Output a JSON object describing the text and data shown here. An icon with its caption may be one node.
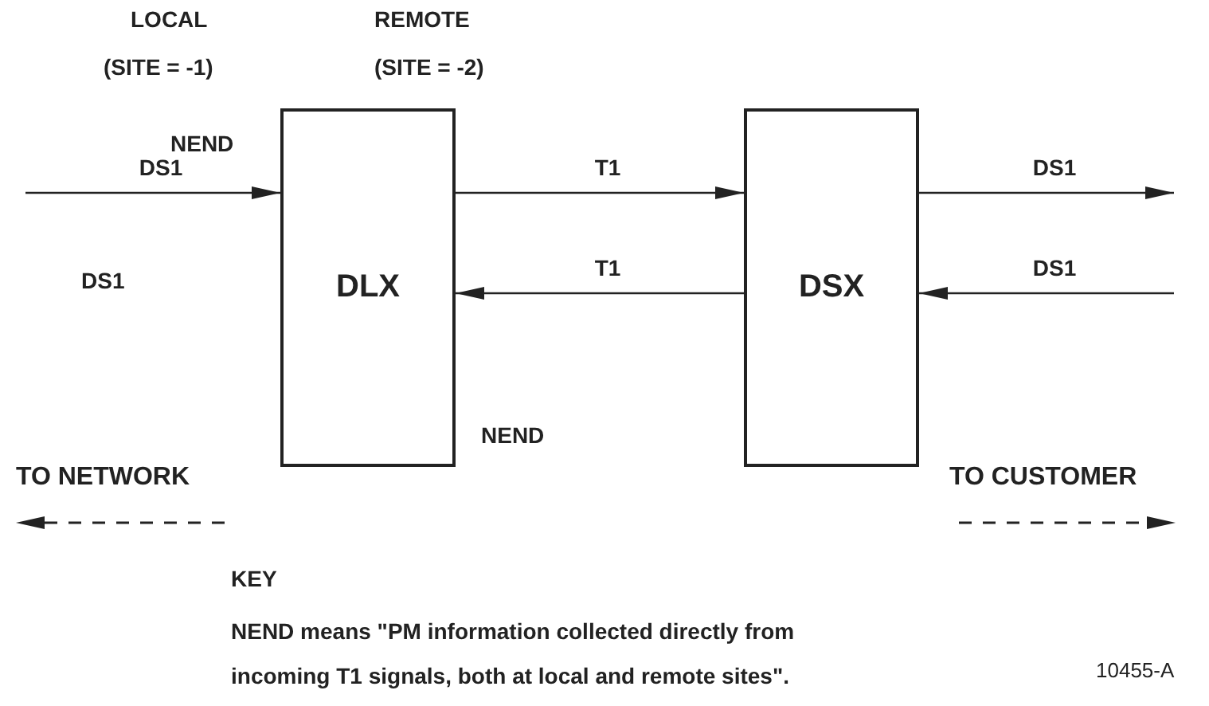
{
  "diagram": {
    "nodes": [
      {
        "text": [
          "DLX"
        ]
      },
      {
        "text": [
          "DSX"
        ]
      }
    ],
    "edges": [
      {
        "from": null,
        "to": 0,
        "arrow": "to",
        "label": "DS1"
      },
      {
        "from": 0,
        "to": 1,
        "arrow": "to",
        "label": "T1"
      },
      {
        "from": 1,
        "to": null,
        "arrow": "to",
        "label": "DS1"
      },
      {
        "from": 1,
        "to": 0,
        "arrow": "to",
        "label": "T1"
      },
      {
        "from": null,
        "to": 1,
        "arrow": "to",
        "label": "DS1"
      }
    ],
    "labels": [
      "LOCAL",
      "REMOTE",
      "(SITE = -1)",
      "(SITE = -2)",
      "NEND",
      "DS1",
      "NEND",
      "TO NETWORK",
      "TO CUSTOMER",
      "KEY",
      "NEND means \"PM information collected directly from incoming T1 signals, both at local and remote sites\".",
      "10455-A"
    ]
  }
}
